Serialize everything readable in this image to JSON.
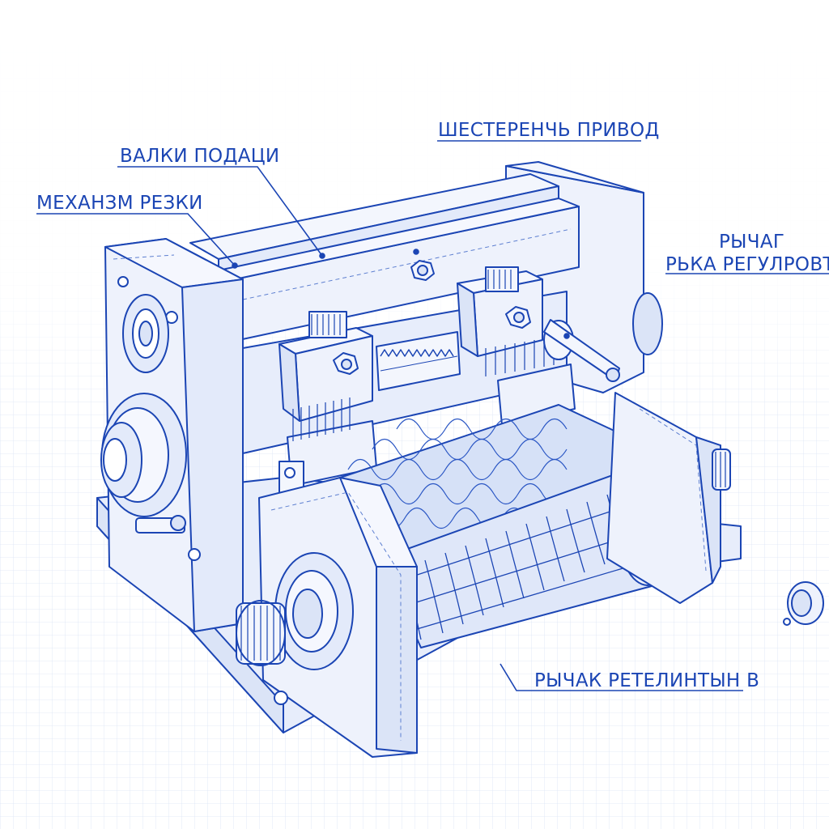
{
  "colors": {
    "ink": "#1b45b4",
    "ink_light": "#5d7fd0",
    "grid": "#c9d7f0",
    "fill": "#eef2fc",
    "fill_dark": "#dbe4f7"
  },
  "labels": {
    "cutting": "МЕХАНЗМ РЕЗКИ",
    "feed_rollers": "ВАЛКИ ПОДАЦИ",
    "gear_drive": "ШЕСТЕРЕНЧЬ ПРИВОД",
    "lever_line1": "РЫЧАГ",
    "lever_line2": "РЬКА РЕГУЛРОВТИ",
    "retention_lever": "РЫЧАК РЕТЕЛИНТЫН В"
  }
}
